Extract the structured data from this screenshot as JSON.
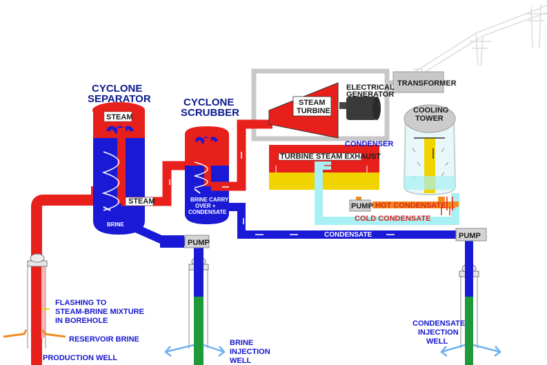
{
  "colors": {
    "steam": "#e8201c",
    "brine": "#1a1ad6",
    "condensate": "#1a1ad6",
    "cold_condensate": "#a8f0f4",
    "hot_condensate": "#f08c1e",
    "injection": "#1f9a3a",
    "panel": "#c8c8c8"
  },
  "labels": {
    "cyclone_separator_1": "CYCLONE",
    "cyclone_separator_2": "SEPARATOR",
    "cyclone_scrubber_1": "CYCLONE",
    "cyclone_scrubber_2": "SCRUBBER",
    "separator_steam": "STEAM",
    "separator_steam_pipe": "STEAM",
    "separator_brine": "BRINE",
    "scrubber_carry_1": "BRINE CARRY",
    "scrubber_carry_2": "OVER +",
    "scrubber_carry_3": "CONDENSATE",
    "turbine_1": "STEAM",
    "turbine_2": "TURBINE",
    "generator_1": "ELECTRICAL",
    "generator_2": "GENERATOR",
    "transformer": "TRANSFORMER",
    "condenser": "CONDENSER",
    "turbine_exhaust": "TURBINE STEAM EXHAUST",
    "cooling_tower_1": "COOLING",
    "cooling_tower_2": "TOWER",
    "pump_condenser": "PUMP",
    "hot_condensate": "HOT CONDENSATE",
    "cold_condensate": "COLD CONDENSATE",
    "condensate": "CONDENSATE",
    "pump_brine": "PUMP",
    "pump_condensate": "PUMP",
    "flashing_1": "FLASHING TO",
    "flashing_2": "STEAM-BRINE MIXTURE",
    "flashing_3": "IN BOREHOLE",
    "reservoir_brine": "RESERVOIR BRINE",
    "production_well": "PRODUCTION WELL",
    "brine_injection_1": "BRINE",
    "brine_injection_2": "INJECTION",
    "brine_injection_3": "WELL",
    "condensate_injection_1": "CONDENSATE",
    "condensate_injection_2": "INJECTION",
    "condensate_injection_3": "WELL"
  }
}
